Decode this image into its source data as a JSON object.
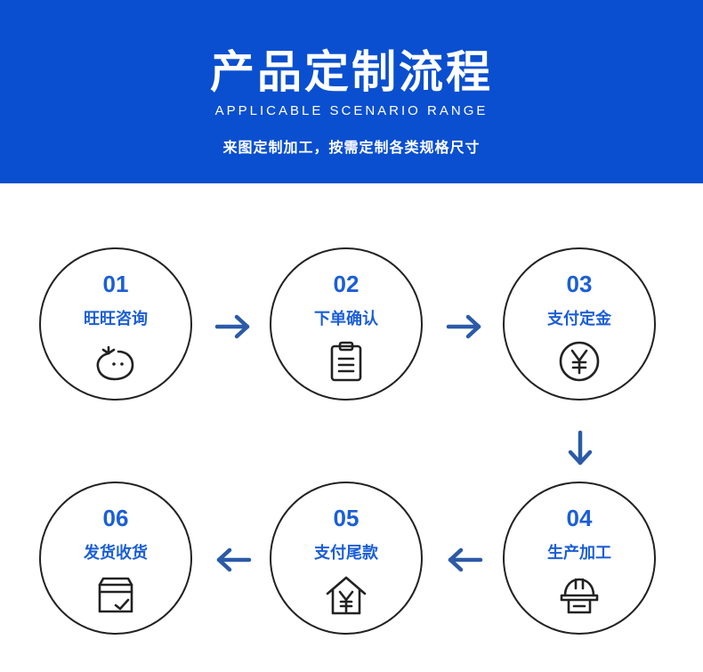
{
  "header": {
    "title": "产品定制流程",
    "subtitle_en": "APPLICABLE SCENARIO RANGE",
    "tagline": "来图定制加工，按需定制各类规格尺寸"
  },
  "colors": {
    "banner": "#0a4fcf",
    "accent": "#1b5ed8",
    "arrow": "#2b5aa8",
    "outline": "#222222"
  },
  "steps": [
    {
      "number": "01",
      "label": "旺旺咨询",
      "icon": "chat-bubble-icon"
    },
    {
      "number": "02",
      "label": "下单确认",
      "icon": "clipboard-icon"
    },
    {
      "number": "03",
      "label": "支付定金",
      "icon": "yuan-coin-icon"
    },
    {
      "number": "04",
      "label": "生产加工",
      "icon": "worker-helmet-icon"
    },
    {
      "number": "05",
      "label": "支付尾款",
      "icon": "house-yuan-icon"
    },
    {
      "number": "06",
      "label": "发货收货",
      "icon": "package-check-icon"
    }
  ]
}
